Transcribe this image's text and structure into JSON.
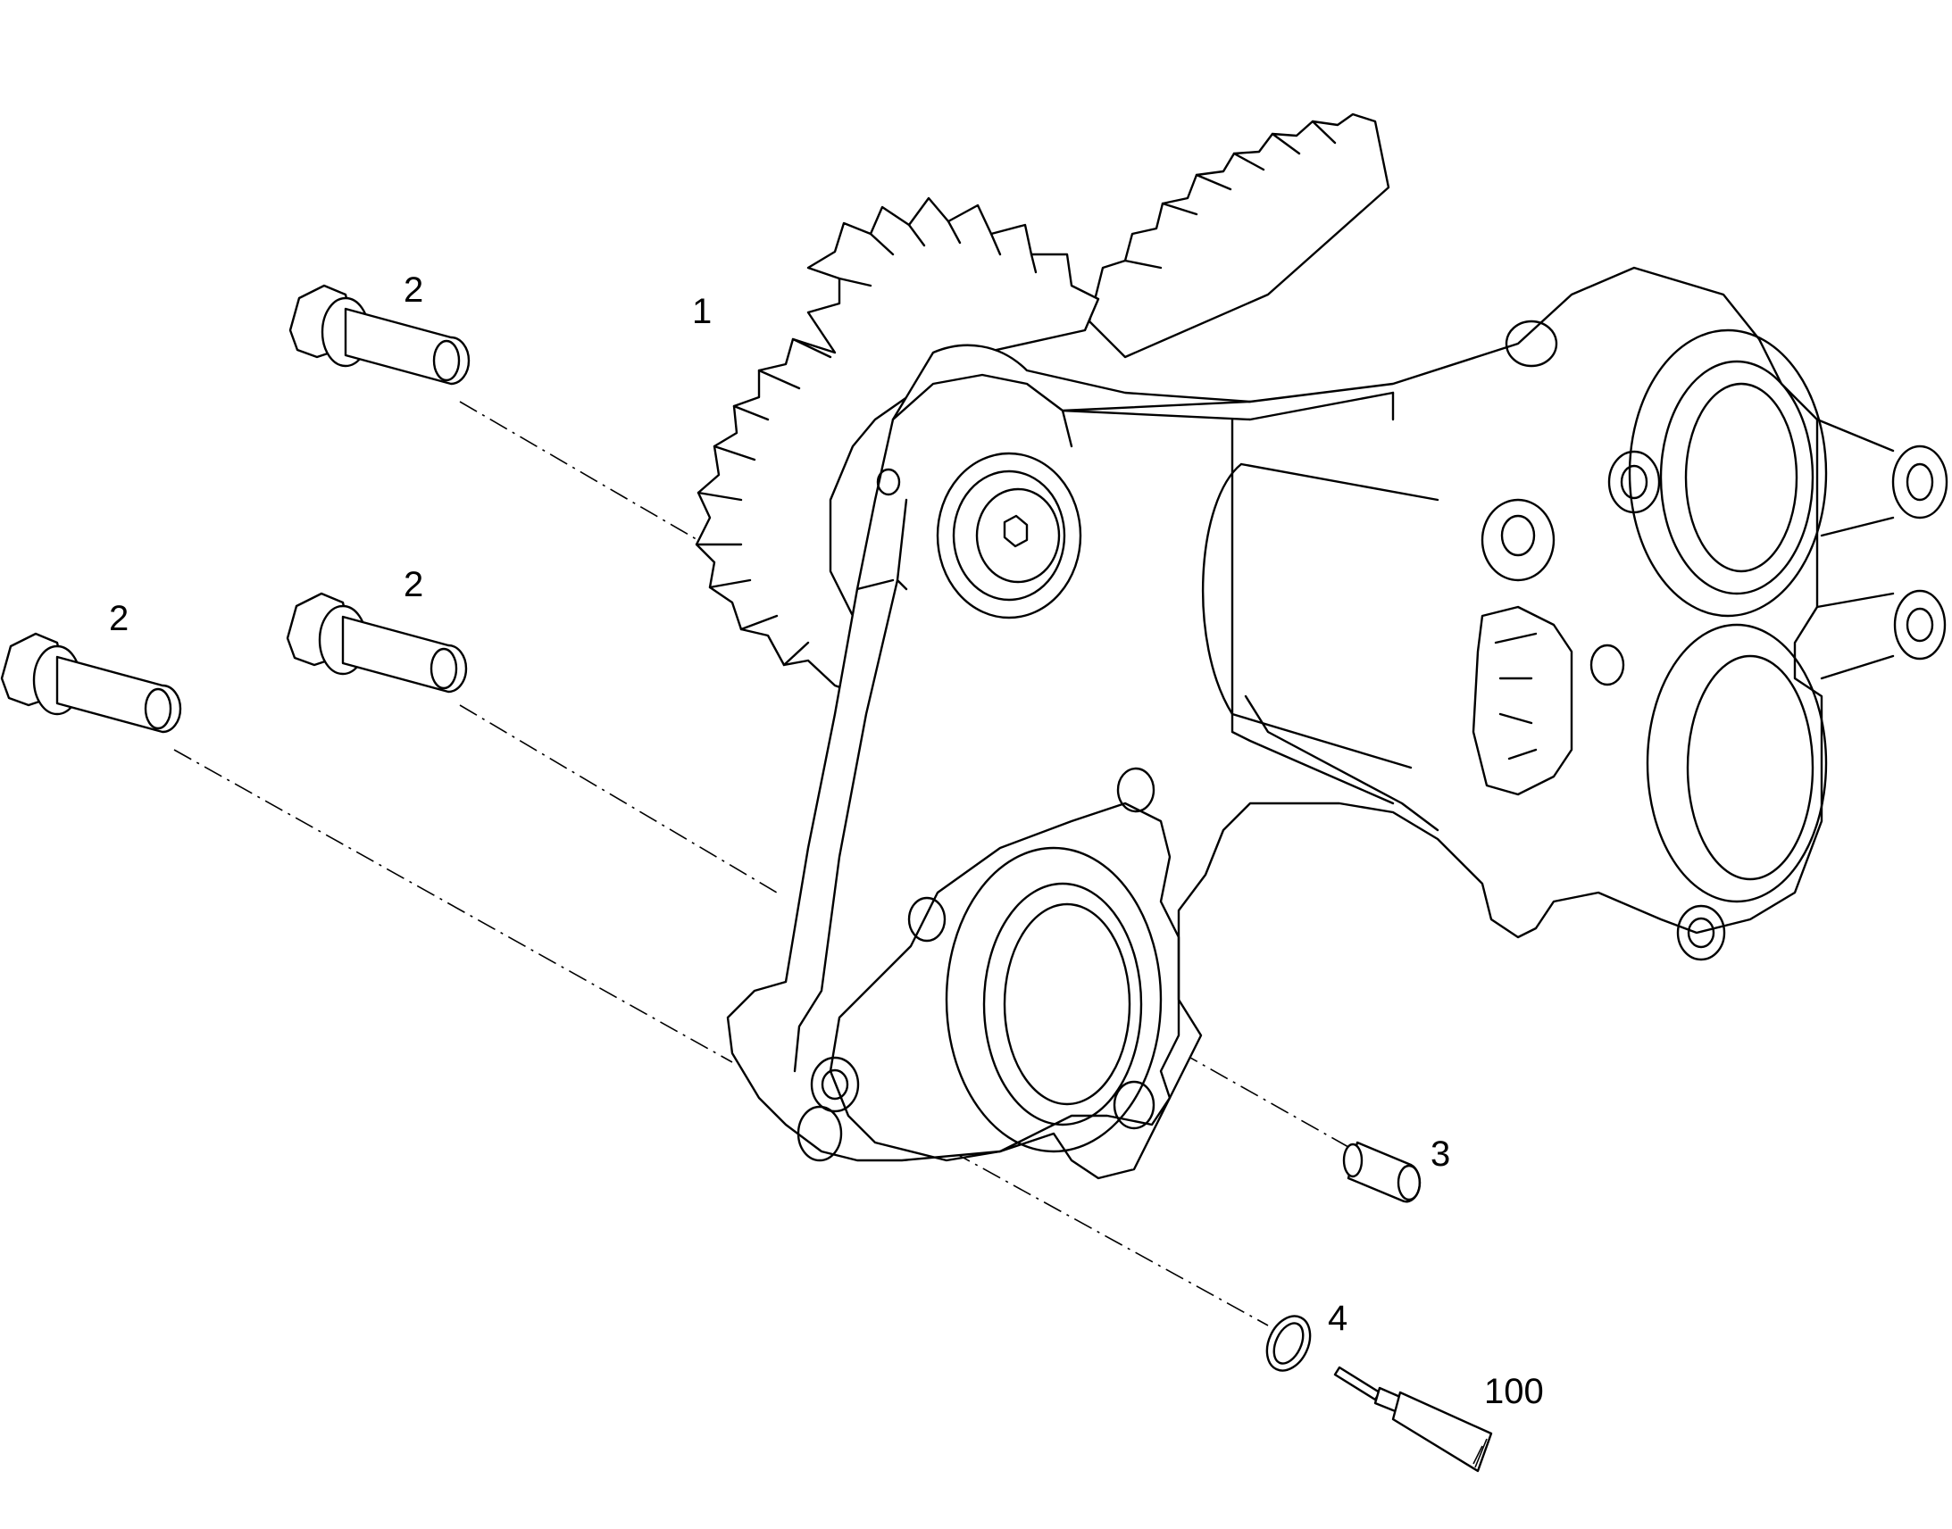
{
  "callouts": {
    "part_1": "1",
    "part_2_top": "2",
    "part_2_middle": "2",
    "part_2_left": "2",
    "part_3": "3",
    "part_4": "4",
    "part_100": "100"
  },
  "colors": {
    "line": "#000000",
    "background": "#ffffff"
  }
}
